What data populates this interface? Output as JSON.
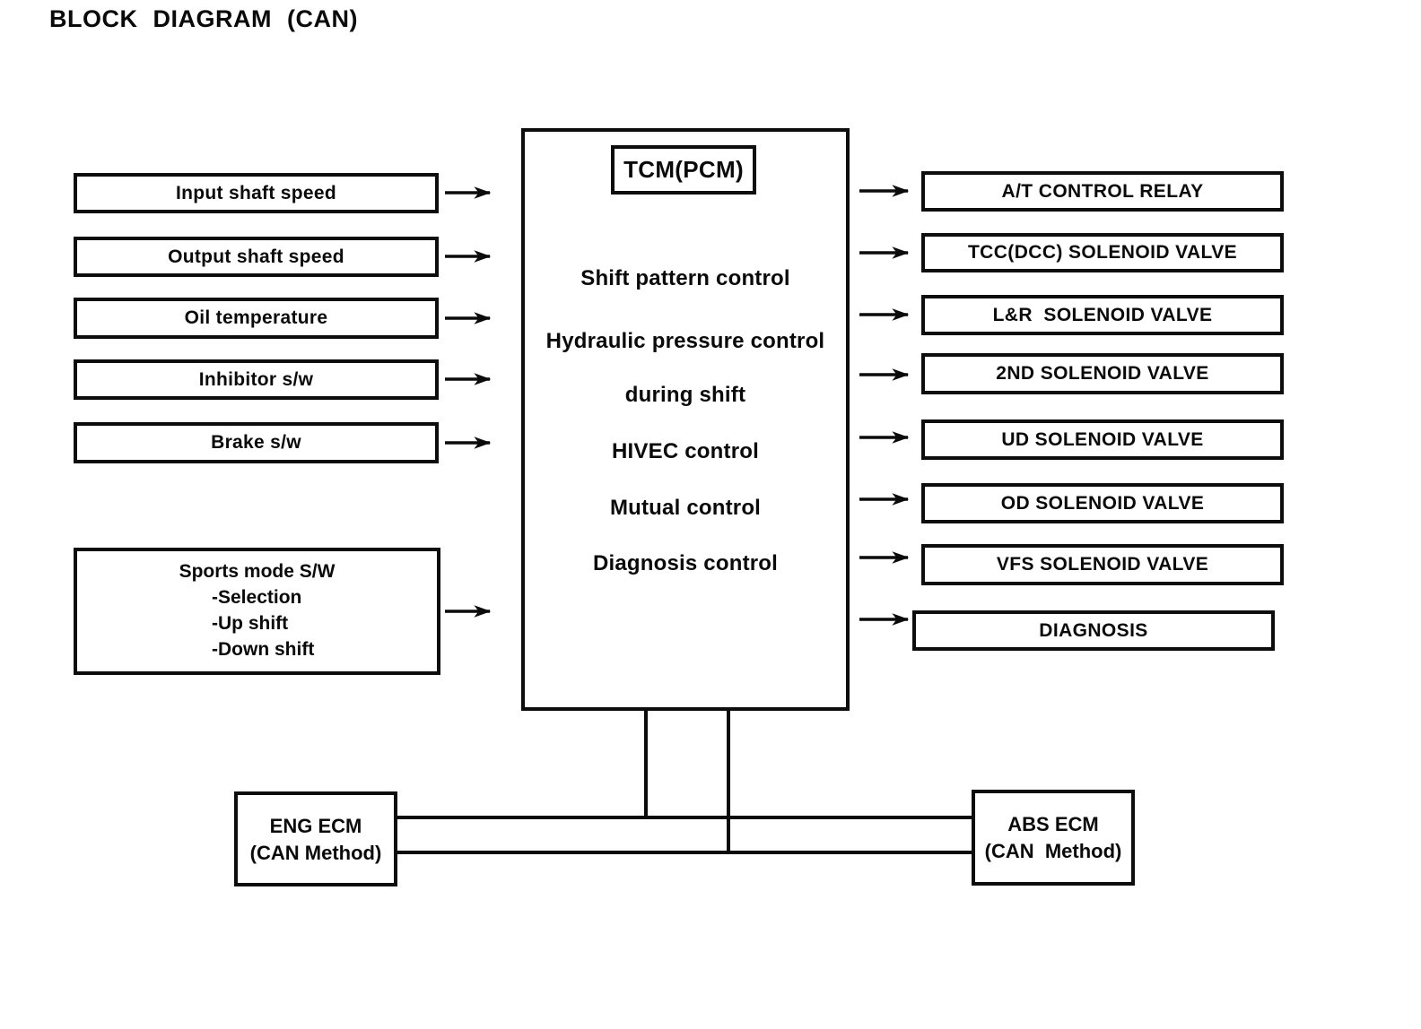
{
  "title": "BLOCK DIAGRAM (CAN)",
  "colors": {
    "ink": "#0a0a0a",
    "background": "#ffffff"
  },
  "inputs": [
    "Input shaft speed",
    "Output shaft speed",
    "Oil temperature",
    "Inhibitor s/w",
    "Brake s/w"
  ],
  "sports_mode": {
    "heading": "Sports mode S/W",
    "items": [
      "-Selection",
      "-Up shift",
      "-Down shift"
    ]
  },
  "tcm": {
    "header": "TCM(PCM)",
    "functions": [
      "Shift pattern control",
      "Hydraulic pressure control",
      "during shift",
      "HIVEC control",
      "Mutual control",
      "Diagnosis control"
    ]
  },
  "outputs": [
    "A/T CONTROL RELAY",
    "TCC(DCC) SOLENOID VALVE",
    "L&R  SOLENOID VALVE",
    "2ND SOLENOID VALVE",
    "UD SOLENOID VALVE",
    "OD SOLENOID VALVE",
    "VFS SOLENOID VALVE",
    "DIAGNOSIS"
  ],
  "bottom": {
    "eng_ecm": {
      "name": "ENG ECM",
      "method": "(CAN Method)"
    },
    "abs_ecm": {
      "name": "ABS ECM",
      "method": "(CAN  Method)"
    }
  }
}
